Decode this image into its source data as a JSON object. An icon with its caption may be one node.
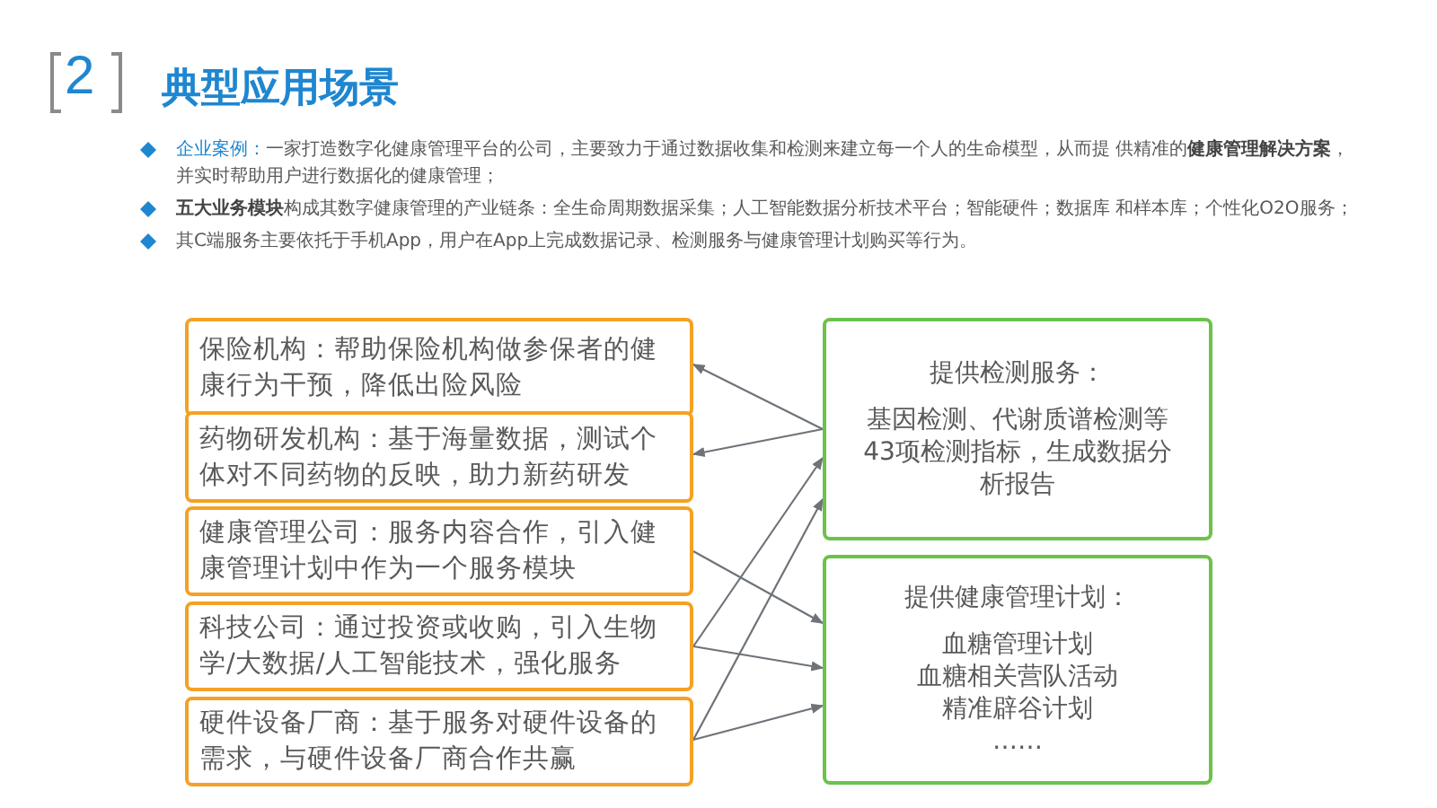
{
  "diagram": {
    "title": "典型应用场景",
    "nodes": [
      {
        "text": [
          "保险机构：帮助保险机构做参保者的健康行为干预，降低出险风险"
        ]
      },
      {
        "text": [
          "药物研发机构：基于海量数据，测试个体对不同药物的反映，助力新药研发"
        ]
      },
      {
        "text": [
          "健康管理公司：服务内容合作，引入健康管理计划中作为一个服务模块"
        ]
      },
      {
        "text": [
          "科技公司：通过投资或收购，引入生物学/大数据/人工智能技术，强化服务"
        ]
      },
      {
        "text": [
          "硬件设备厂商：基于服务对硬件设备的需求，与硬件设备厂商合作共赢"
        ]
      },
      {
        "text": [
          "提供检测服务：",
          "基因检测、代谢质谱检测等43项检测指标，生成数据分析报告"
        ]
      },
      {
        "text": [
          "提供健康管理计划：",
          "血糖管理计划",
          "血糖相关营队活动",
          "精准辟谷计划",
          "……"
        ]
      }
    ],
    "edges": [
      {
        "from": 5,
        "to": 0,
        "arrow": "to"
      },
      {
        "from": 5,
        "to": 1,
        "arrow": "to"
      },
      {
        "from": 2,
        "to": 6,
        "arrow": "to"
      },
      {
        "from": 3,
        "to": 5,
        "arrow": "to"
      },
      {
        "from": 3,
        "to": 6,
        "arrow": "to"
      },
      {
        "from": 4,
        "to": 5,
        "arrow": "to"
      },
      {
        "from": 4,
        "to": 6,
        "arrow": "to"
      }
    ],
    "labels": [
      "2",
      "企业案例：",
      "一家打造数字化健康管理平台的公司，主要致力于通过数据收集和检测来建立每一个人的生命模型，从而提 供精准的**健康管理解决方案**，并实时帮助用户进行数据化的健康管理；",
      "**五大业务模块**构成其数字健康管理的产业链条：全生命周期数据采集；人工智能数据分析技术平台；智能硬件；数据库 和样本库；个性化O2O服务；",
      "其C端服务主要依托于手机App，用户在App上完成数据记录、检测服务与健康管理计划购买等行为。"
    ]
  }
}
